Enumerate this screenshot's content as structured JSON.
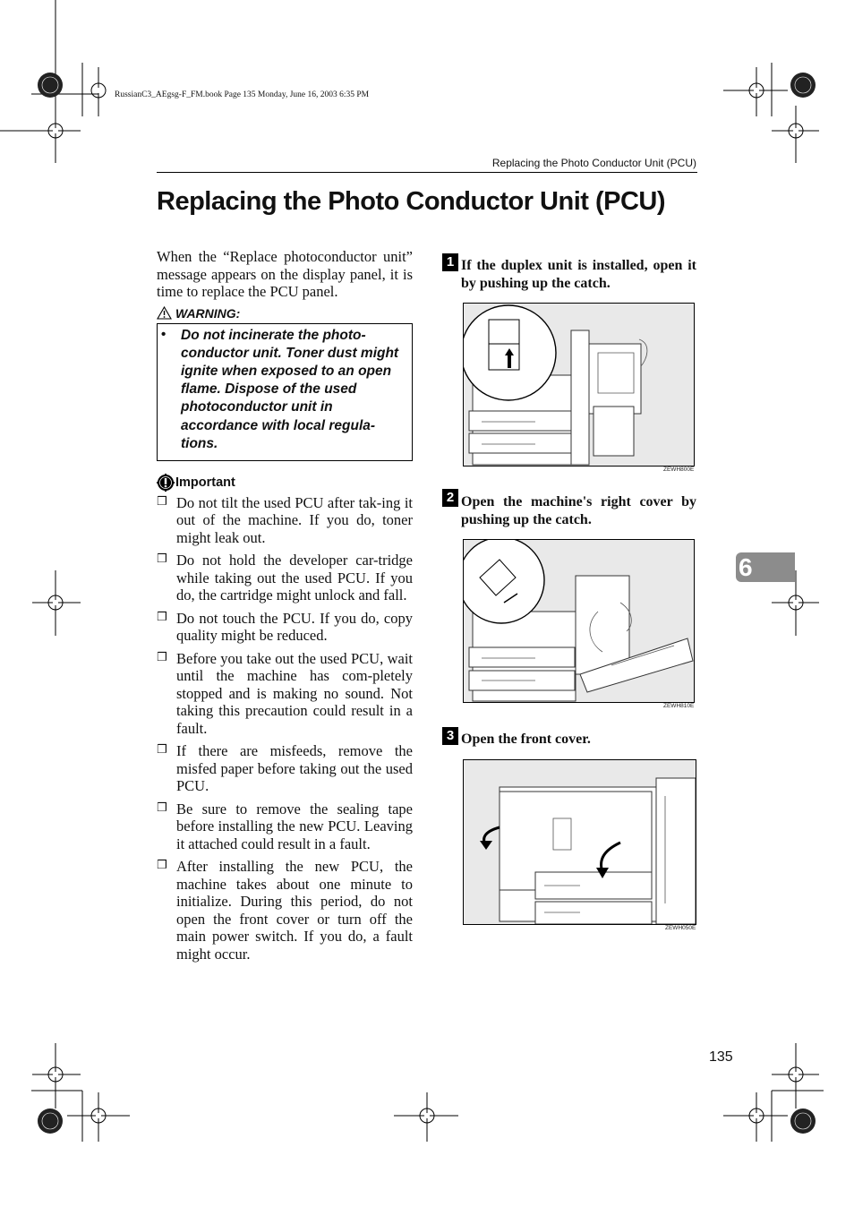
{
  "print_info": "RussianC3_AEgsg-F_FM.book  Page 135  Monday, June 16, 2003  6:35 PM",
  "running_header": "Replacing the Photo Conductor Unit (PCU)",
  "title": "Replacing the Photo Conductor Unit (PCU)",
  "intro": "When the “Replace photoconductor unit” message appears on the display panel, it is time to replace the PCU panel.",
  "warning": {
    "label": "WARNING:",
    "icon": "warning-triangle-icon",
    "bullet": "•",
    "text": "Do not incinerate the photo-conductor unit. Toner dust might ignite when exposed to an open flame. Dispose of the used photoconductor unit in accordance with local regula-tions."
  },
  "important": {
    "label": "Important",
    "icon": "important-icon",
    "notes": [
      "Do not tilt the used PCU after tak-ing it out of the machine. If you do, toner might leak out.",
      "Do not hold the developer car-tridge while taking out the used PCU. If you do, the cartridge might unlock and fall.",
      "Do not touch the PCU. If you do, copy quality might be reduced.",
      "Before you take out the used PCU, wait until the machine has com-pletely stopped and is making no sound. Not taking this precaution could result in a fault.",
      "If there are misfeeds, remove the misfed paper before taking out the used PCU.",
      "Be sure to remove the sealing tape before installing the new PCU. Leaving it attached could result in a fault.",
      "After installing the new PCU, the machine takes about one minute to initialize. During this period, do not open the front cover or turn off the main power switch. If you do, a fault might occur."
    ]
  },
  "steps": [
    {
      "num": "1",
      "text": "If the duplex unit is installed, open it by pushing up the catch.",
      "fig_code": "ZEWH800E"
    },
    {
      "num": "2",
      "text": "Open the machine's right cover by pushing up the catch.",
      "fig_code": "ZEWH810E"
    },
    {
      "num": "3",
      "text": "Open the front cover.",
      "fig_code": "ZEWH050E"
    }
  ],
  "chapter_tab": "6",
  "page_number": "135"
}
